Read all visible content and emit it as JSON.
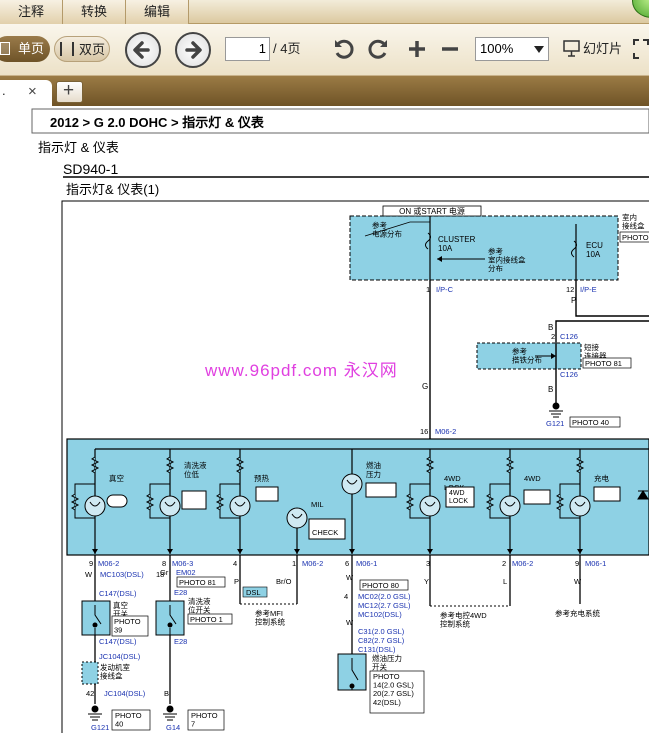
{
  "menu": {
    "tabs": [
      "注释",
      "转换",
      "编辑"
    ]
  },
  "toolbar": {
    "single_page": "单页",
    "double_page": "双页",
    "page_current": "1",
    "page_total": "/ 4页",
    "zoom": "100%",
    "slideshow": "幻灯片"
  },
  "tabs": {
    "doc_label": ".",
    "close": "×",
    "add": "+"
  },
  "doc": {
    "breadcrumb": "2012 > G 2.0 DOHC > 指示灯 & 仪表",
    "section_title": "指示灯 & 仪表",
    "code": "SD940-1",
    "diagram_title": "指示灯& 仪表(1)"
  },
  "watermark": "www.96pdf.com 永汉网",
  "diagram": {
    "top_box": {
      "header": "ON 或START 电源",
      "left_ref": "参考\n电源分布",
      "cluster": "CLUSTER\n10A",
      "ecu": "ECU\n10A",
      "center_ref": "参考\n室内接线盒\n分布",
      "right_label": "室内\n接线盒",
      "right_photo": "PHOTO"
    },
    "conn_ipc": "I/P-C",
    "conn_ipe": "I/P-E",
    "pin_ipc": "1",
    "pin_ipe": "12",
    "wire_g": "G",
    "wire_p": "P",
    "wire_b": "B",
    "c126_top": "C126",
    "c126_bot": "C126",
    "c126_pin": "2",
    "splice_ref": "参考\n搭铁分布",
    "splice_lbl": "短接\n连接器",
    "splice_photo": "PHOTO 81",
    "g121_right": "G121",
    "photo40_right": "PHOTO 40",
    "m062_top": "M06-2",
    "pin16": "16",
    "cluster": {
      "lamps": [
        "真空",
        "清洗液\n位低",
        "预热",
        "MIL",
        "燃油\n压力",
        "4WD\nLOCK",
        "4WD",
        "充电"
      ],
      "check": "CHECK",
      "lock_icon": "4WD\nLOCK"
    },
    "bottom": {
      "p9": "9",
      "p8": "8",
      "p4": "4",
      "p1": "1",
      "p6": "6",
      "p3": "3",
      "p2": "2",
      "p9b": "9",
      "m062a": "M06-2",
      "m063": "M06-3",
      "m062b": "M06-2",
      "m061": "M06-1",
      "m062c": "M06-2",
      "m061b": "M06-1",
      "mc103": "MC103(DSL)",
      "mc103_pin": "18",
      "em02": "EM02",
      "photo81": "PHOTO 81",
      "e28": "E28",
      "gr": "Gr",
      "w": "W",
      "p": "P",
      "bro": "Br/O",
      "dsl_tag": "DSL",
      "ref_mfi": "参考MFI\n控制系统",
      "photo80": "PHOTO 80",
      "pin4": "4",
      "mc02": "MC02(2.0 GSL)",
      "mc12": "MC12(2.7 GSL)",
      "mc102": "MC102(DSL)",
      "y": "Y",
      "l": "L",
      "ref_4wd": "参考电控4WD\n控制系统",
      "ref_charge": "参考充电系统",
      "c31": "C31(2.0 GSL)",
      "c82": "C82(2.7 GSL)",
      "c131": "C131(DSL)",
      "oil_sw": "燃油压力\n开关",
      "oil_photo": "PHOTO\n14(2.0 GSL)\n20(2.7 GSL)\n42(DSL)",
      "c147a": "C147(DSL)",
      "vac_sw": "真空\n开关",
      "photo39": "PHOTO\n39",
      "c147b": "C147(DSL)",
      "jc104a": "JC104(DSL)",
      "engine_box": "发动机室\n接线盒",
      "pin42": "42",
      "jc104b": "JC104(DSL)",
      "washer_sw": "清洗液\n位开关",
      "photo1": "PHOTO 1",
      "e28b": "E28",
      "g121": "G121",
      "photo40": "PHOTO\n40",
      "g14": "G14",
      "photo7": "PHOTO\n7",
      "b": "B",
      "w8": "8",
      "b8": "8"
    }
  }
}
